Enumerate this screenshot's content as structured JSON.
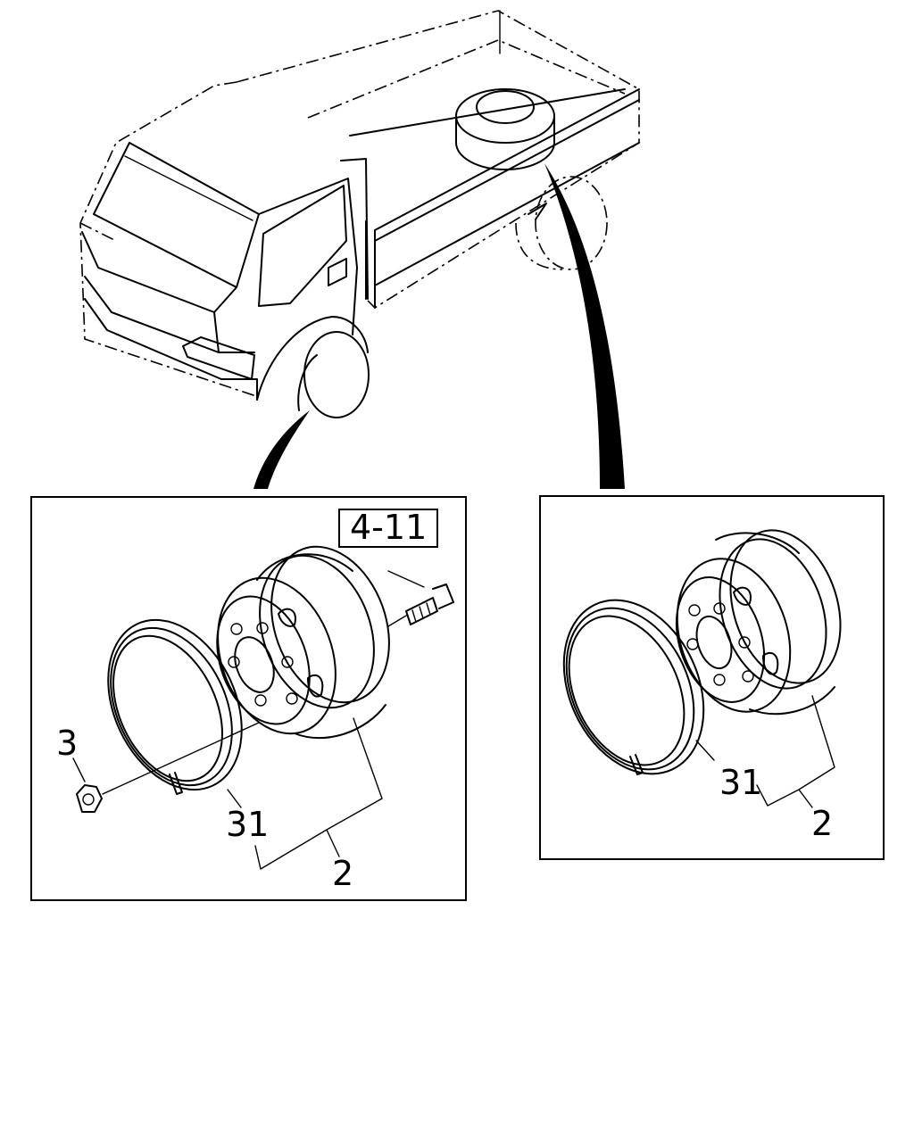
{
  "diagram": {
    "ref_label": "4-11",
    "front_panel": {
      "labels": {
        "nut": "3",
        "ring": "31",
        "wheel": "2"
      }
    },
    "rear_panel": {
      "labels": {
        "ring": "31",
        "wheel": "2"
      }
    }
  }
}
